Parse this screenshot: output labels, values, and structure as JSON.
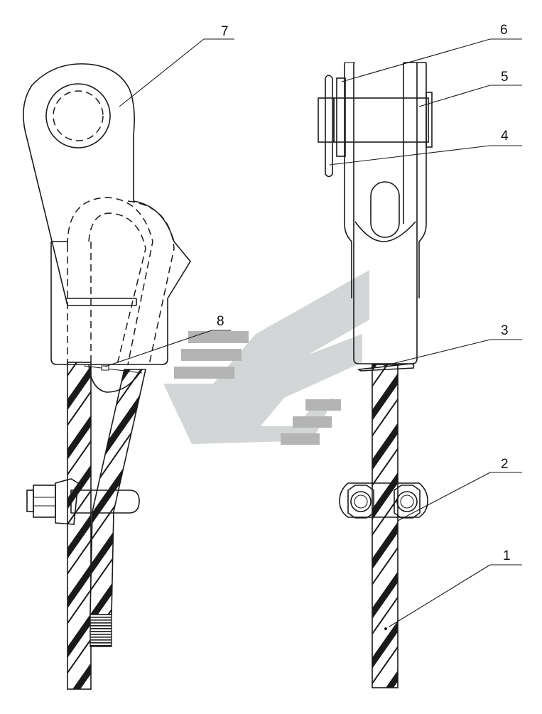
{
  "callouts": [
    {
      "id": "1",
      "label": "1"
    },
    {
      "id": "2",
      "label": "2"
    },
    {
      "id": "3",
      "label": "3"
    },
    {
      "id": "4",
      "label": "4"
    },
    {
      "id": "5",
      "label": "5"
    },
    {
      "id": "6",
      "label": "6"
    },
    {
      "id": "7",
      "label": "7"
    },
    {
      "id": "8",
      "label": "8"
    }
  ],
  "colors": {
    "line": "#1a1a1a",
    "background": "#ffffff",
    "watermark_gray": "#b4b4b4",
    "watermark_light": "#d2d6d6"
  }
}
